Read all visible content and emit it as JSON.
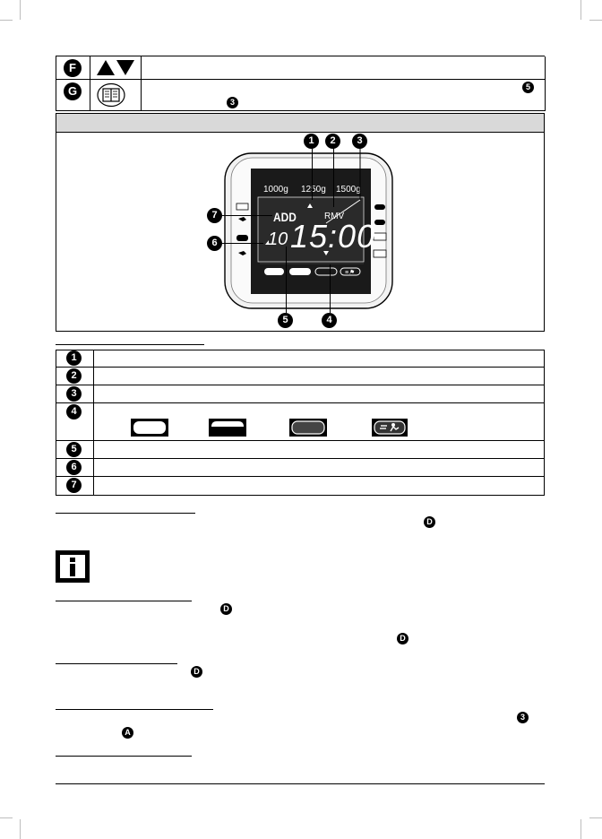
{
  "top_table": {
    "rows": [
      {
        "badge": "F",
        "icon": "up-down-arrows-icon"
      },
      {
        "badge": "G",
        "icon": "manual-book-icon",
        "ref_badges": [
          "5",
          "3"
        ]
      }
    ]
  },
  "display_figure": {
    "weights": [
      "1000g",
      "1250g",
      "1500g"
    ],
    "add_label": "ADD",
    "rmv_label": "RMV",
    "program_number": "10",
    "time": "15:00",
    "callouts": [
      "1",
      "2",
      "3",
      "4",
      "5",
      "6",
      "7"
    ]
  },
  "legend_table": {
    "rows": [
      "1",
      "2",
      "3",
      "4",
      "5",
      "6",
      "7"
    ],
    "crust_icons": [
      "light-crust-icon",
      "medium-crust-icon",
      "dark-crust-icon",
      "rapid-icon"
    ]
  },
  "sections": {
    "section1_ref": "D",
    "section2_refs": [
      "D",
      "D"
    ],
    "section3_ref": "D",
    "section4_refs": [
      "3",
      "A"
    ]
  },
  "colors": {
    "lcd_background": "#1a1a1a",
    "shell_fill": "#f2f2f2",
    "header_bar": "#d9d9d9"
  }
}
